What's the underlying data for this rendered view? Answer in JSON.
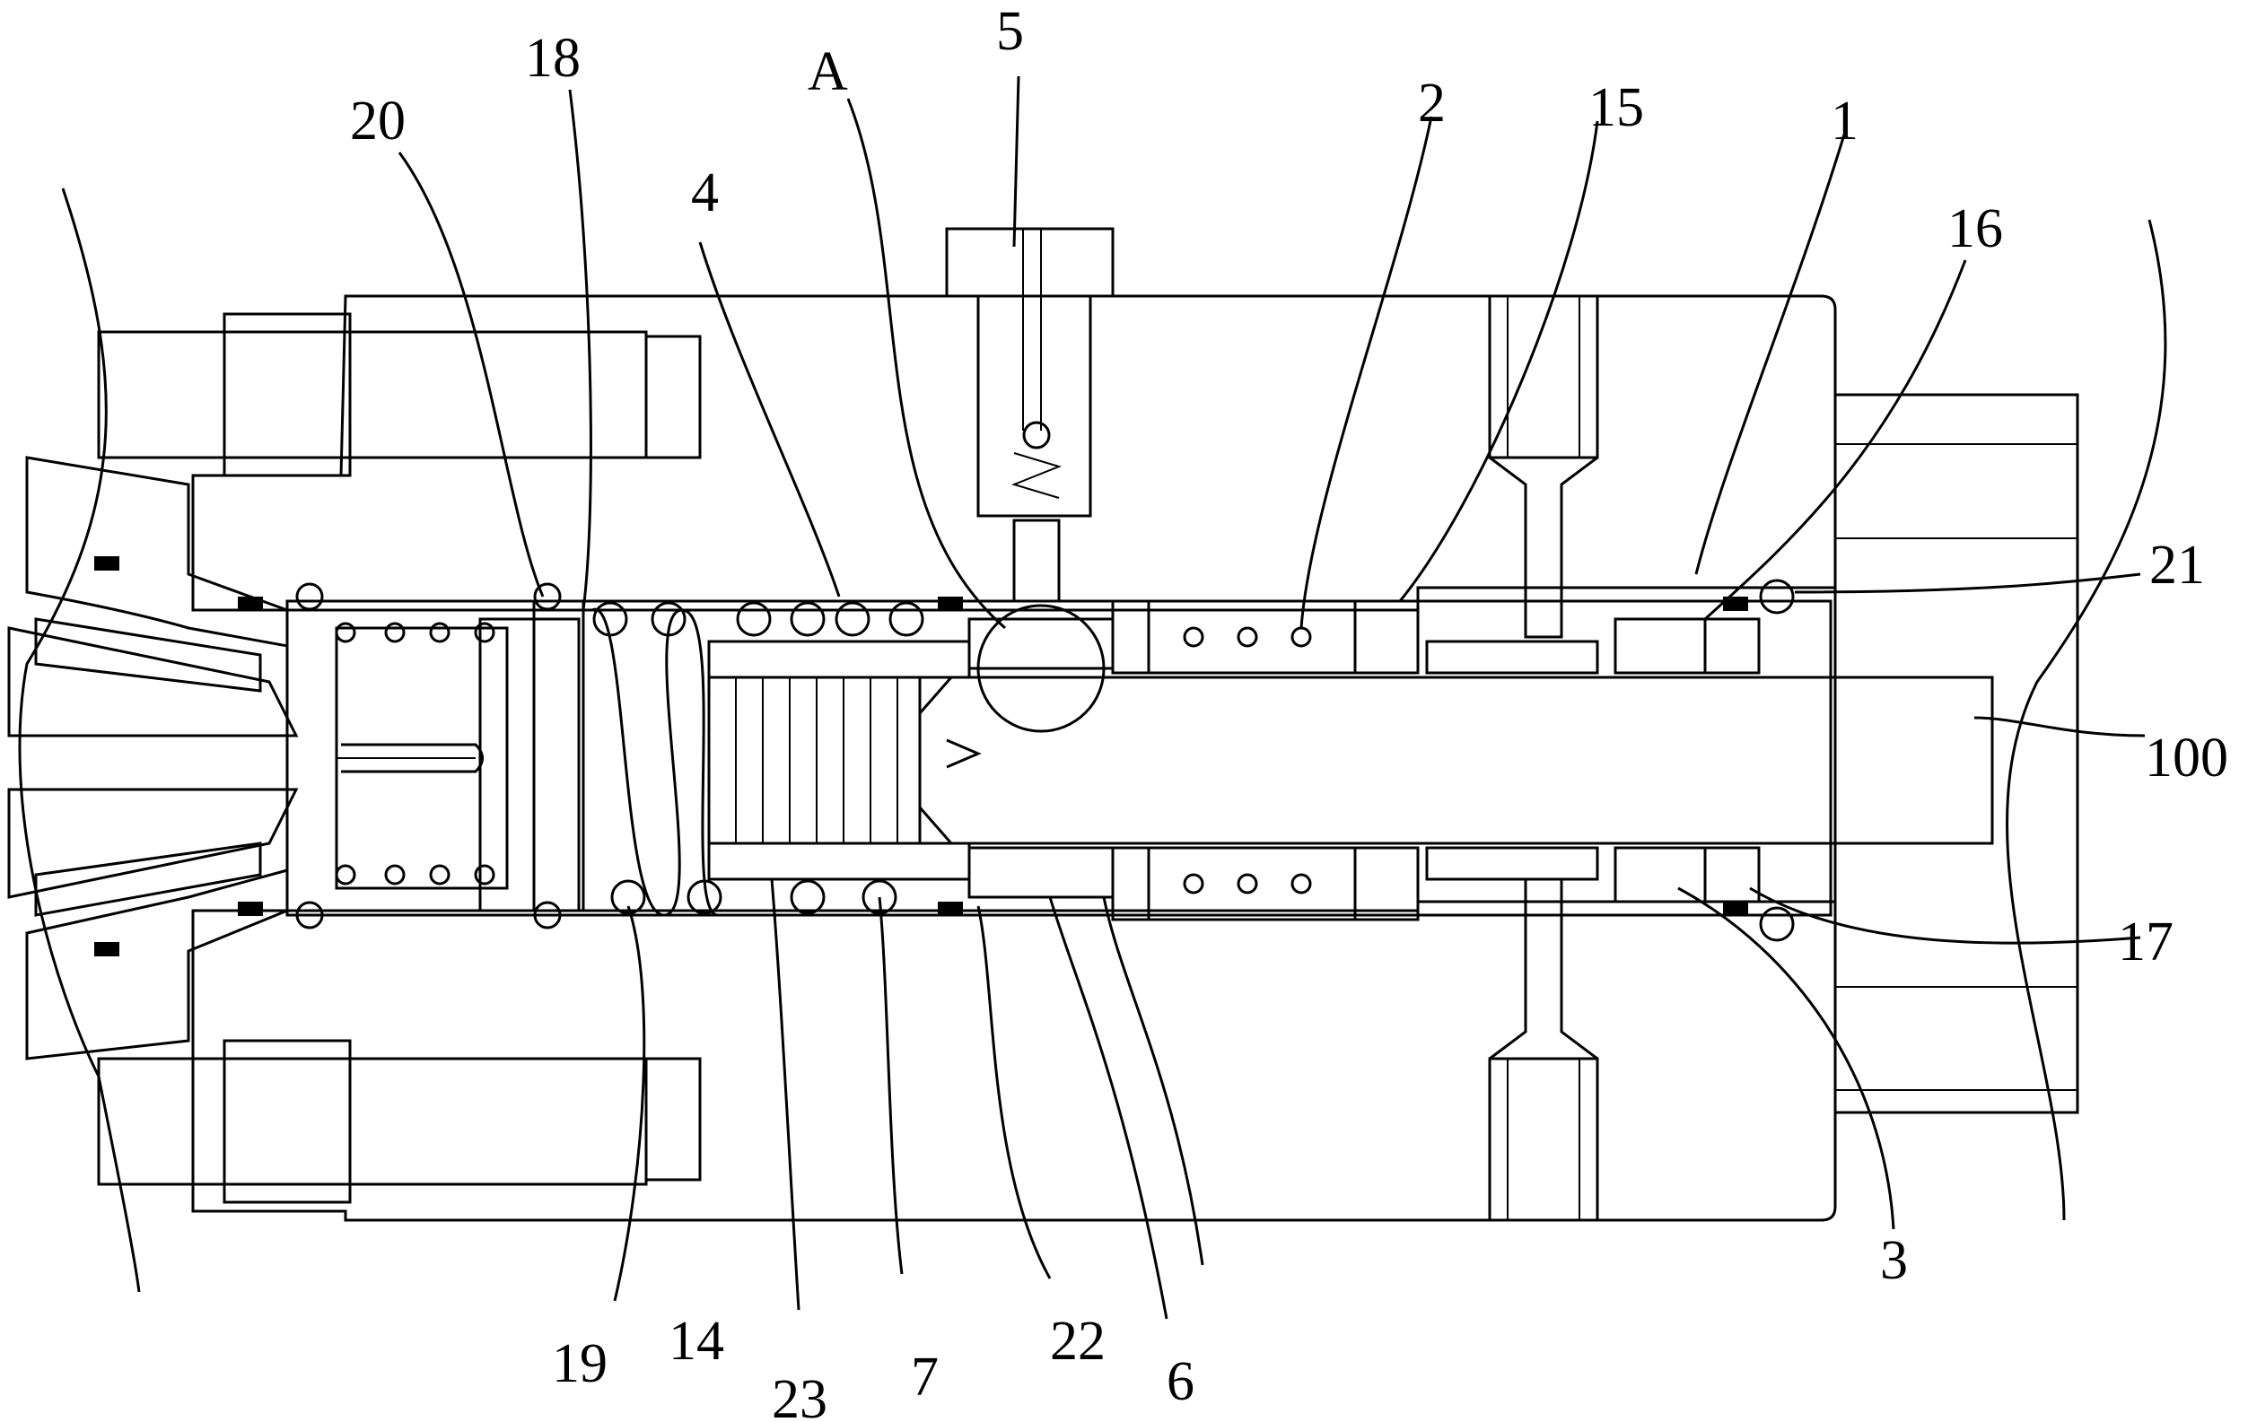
{
  "colors": {
    "ink": "#000000",
    "paper": "#ffffff",
    "hatch": "#000000"
  },
  "labels": {
    "l1": "1",
    "l2": "2",
    "l3": "3",
    "l4": "4",
    "l5": "5",
    "l6": "6",
    "l7": "7",
    "l14": "14",
    "l15": "15",
    "l16": "16",
    "l17": "17",
    "l18": "18",
    "l19": "19",
    "l20": "20",
    "l21": "21",
    "l22": "22",
    "l23": "23",
    "l100": "100",
    "lA": "A"
  }
}
